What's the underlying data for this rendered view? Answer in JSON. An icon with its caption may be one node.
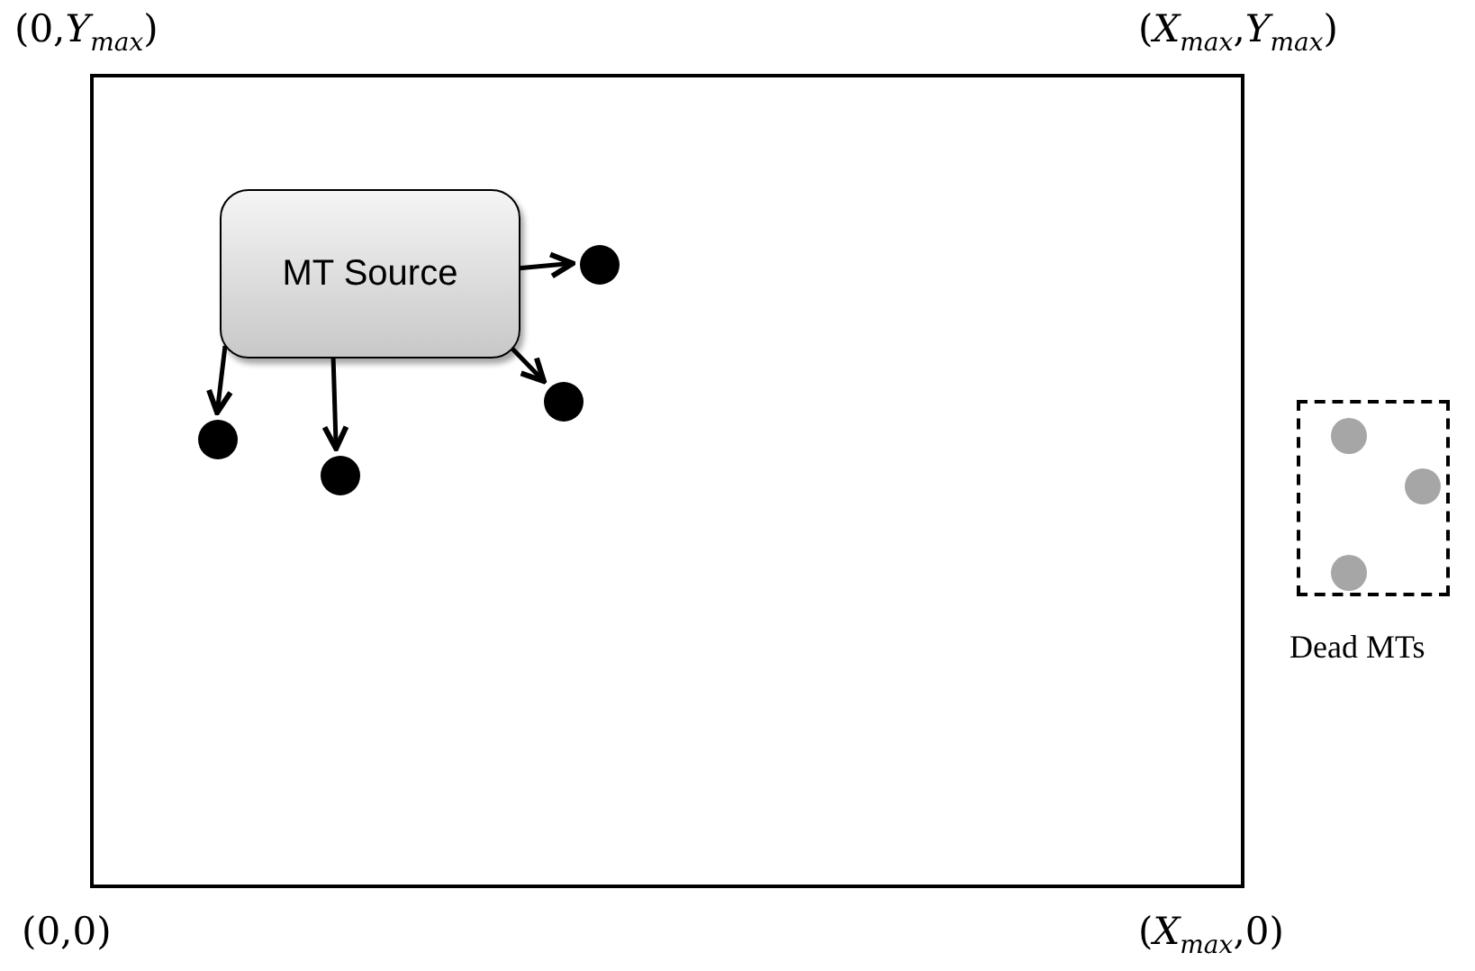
{
  "diagram": {
    "nodes": [
      {
        "text": [],
        "shape": "box"
      },
      {
        "text": [
          "MT Source"
        ],
        "in": 0
      },
      {
        "text": [],
        "shape": "circle",
        "in": 0
      },
      {
        "text": [],
        "shape": "circle",
        "in": 0
      },
      {
        "text": [],
        "shape": "circle",
        "in": 0
      },
      {
        "text": [],
        "shape": "circle",
        "in": 0
      },
      {
        "text": [
          "Dead MTs"
        ]
      },
      {
        "text": [],
        "shape": "circle",
        "in": 6
      },
      {
        "text": [],
        "shape": "circle",
        "in": 6
      },
      {
        "text": [],
        "shape": "circle",
        "in": 6
      }
    ],
    "edges": [
      {
        "from": 1,
        "to": 2,
        "arrow": "to"
      },
      {
        "from": 1,
        "to": 3,
        "arrow": "to"
      },
      {
        "from": 1,
        "to": 4,
        "arrow": "to"
      },
      {
        "from": 1,
        "to": 5,
        "arrow": "to"
      }
    ],
    "labels": [
      "(0,*Y*$_{max}$)",
      "(*X*$_{max}$,*Y*$_{max}$)",
      "(0,0)",
      "(*X*$_{max}$,0)"
    ]
  }
}
